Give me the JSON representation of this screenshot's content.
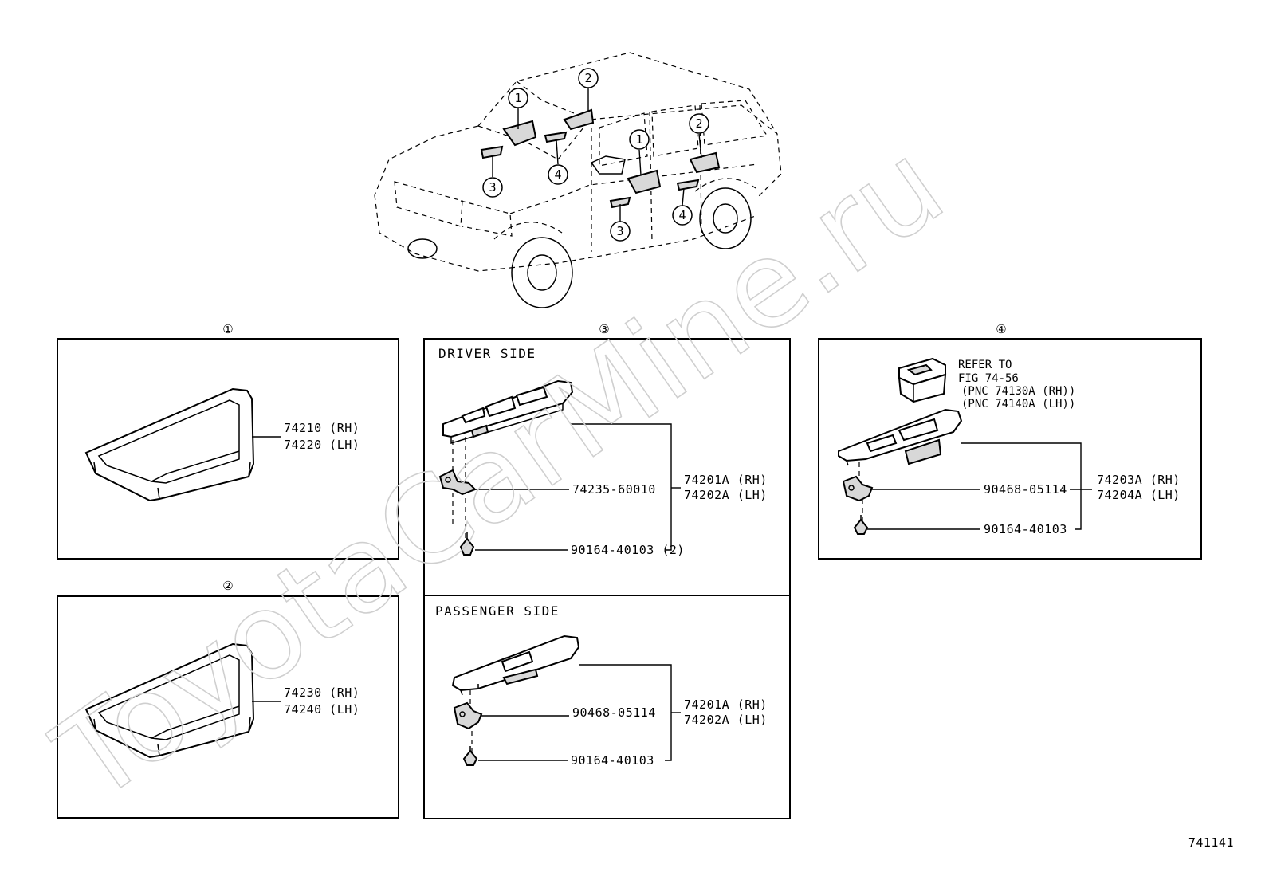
{
  "callouts": {
    "one": "①",
    "two": "②",
    "three": "③",
    "four": "④"
  },
  "panel1": {
    "part_rh": "74210 (RH)",
    "part_lh": "74220 (LH)"
  },
  "panel2": {
    "part_rh": "74230 (RH)",
    "part_lh": "74240 (LH)"
  },
  "panel3": {
    "driver": {
      "header": "DRIVER SIDE",
      "clip": "74235-60010",
      "screw": "90164-40103 (2)",
      "assy_rh": "74201A (RH)",
      "assy_lh": "74202A (LH)"
    },
    "passenger": {
      "header": "PASSENGER SIDE",
      "clip": "90468-05114",
      "screw": "90164-40103",
      "assy_rh": "74201A (RH)",
      "assy_lh": "74202A (LH)"
    }
  },
  "panel4": {
    "ref_line1": "REFER TO",
    "ref_line2": "FIG 74-56",
    "ref_line3": "(PNC 74130A (RH))",
    "ref_line4": "(PNC 74140A (LH))",
    "clip": "90468-05114",
    "screw": "90164-40103",
    "assy_rh": "74203A (RH)",
    "assy_lh": "74204A (LH)"
  },
  "figure_number": "741141",
  "watermark": "ToyotaCarMine.ru"
}
